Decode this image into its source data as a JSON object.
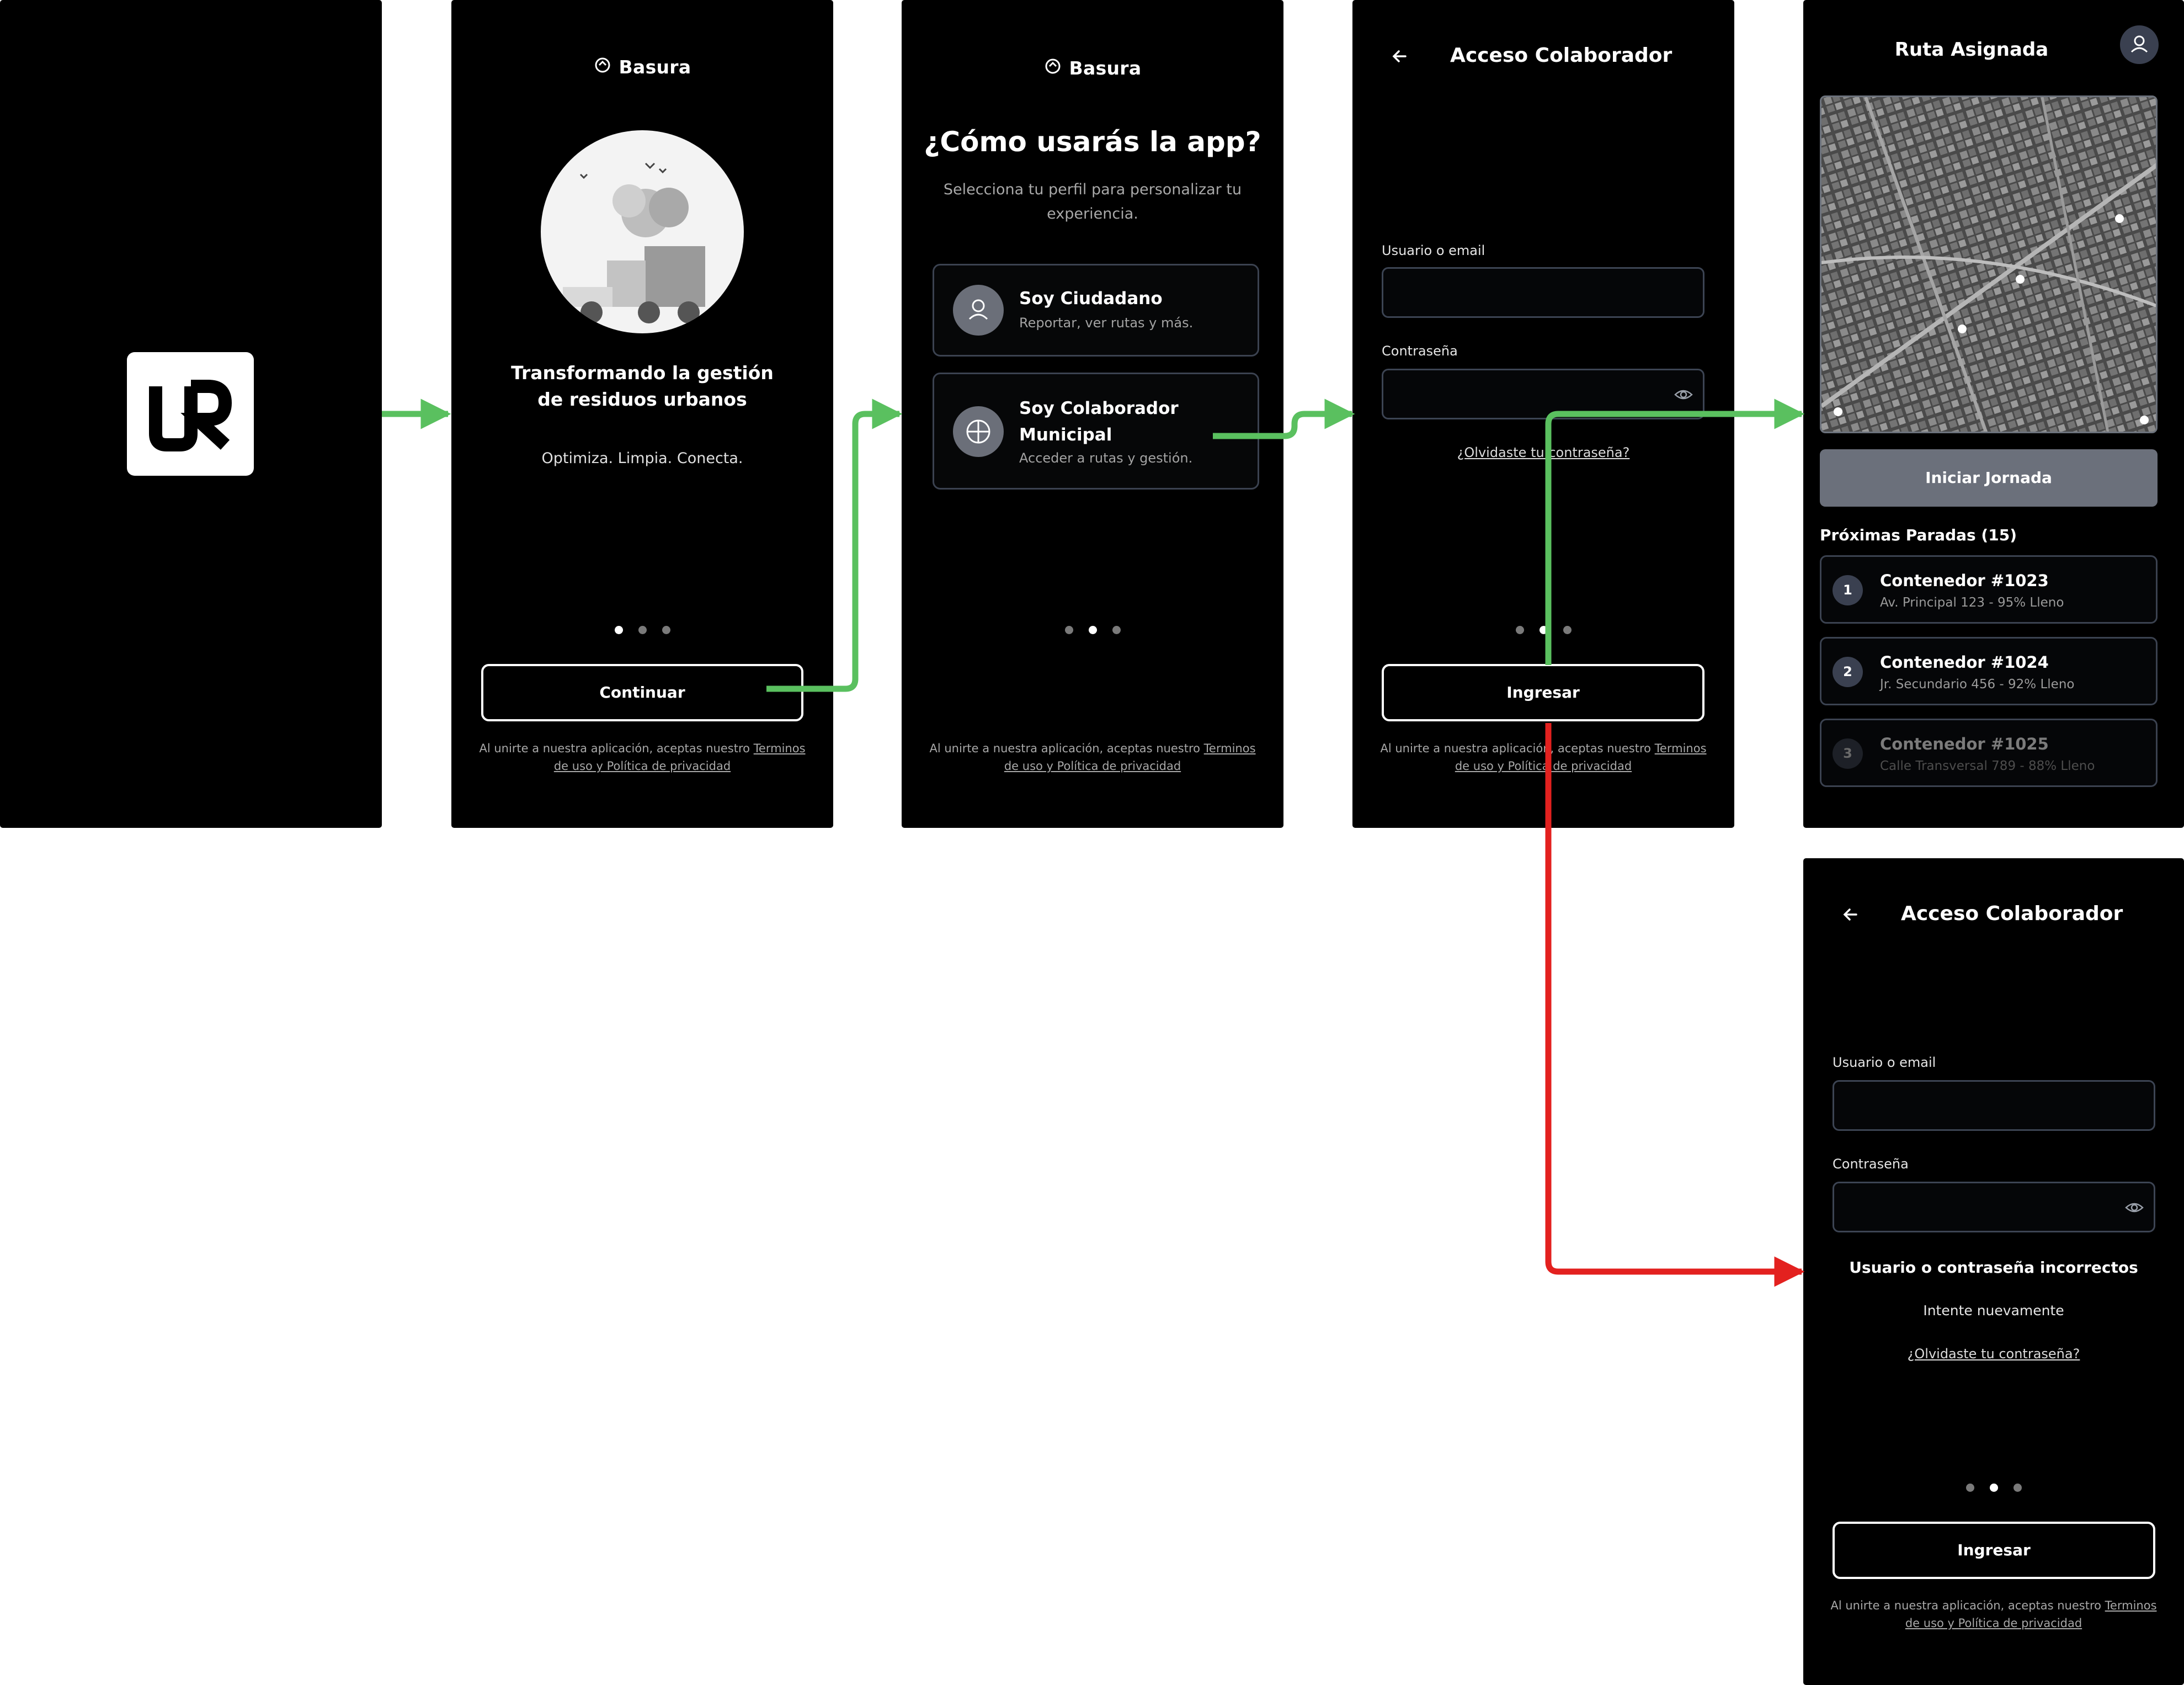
{
  "brand": {
    "name": "Basura",
    "logo_text": "UR"
  },
  "onboarding": {
    "title_line1": "Transformando la gestión",
    "title_line2": "de residuos urbanos",
    "tagline": "Optimiza. Limpia. Conecta.",
    "continue_label": "Continuar"
  },
  "legal": {
    "line1_text": "Al unirte a nuestra aplicación, aceptas nuestro ",
    "line1_link": "Terminos",
    "line2_link": "de uso y Política de privacidad"
  },
  "profile": {
    "title": "¿Cómo usarás la app?",
    "subtitle_line1": "Selecciona tu perfil para personalizar tu",
    "subtitle_line2": "experiencia.",
    "options": [
      {
        "title": "Soy Ciudadano",
        "subtitle": "Reportar, ver rutas y más.",
        "icon": "user-icon"
      },
      {
        "title_line1": "Soy Colaborador",
        "title_line2": "Municipal",
        "subtitle": "Acceder a rutas y gestión.",
        "icon": "globe-icon"
      }
    ]
  },
  "login": {
    "title": "Acceso Colaborador",
    "user_label": "Usuario o email",
    "password_label": "Contraseña",
    "forgot_label": "¿Olvidaste tu contraseña?",
    "submit_label": "Ingresar",
    "error_title": "Usuario o contraseña incorrectos",
    "error_hint": "Intente nuevamente"
  },
  "route": {
    "title": "Ruta Asignada",
    "start_label": "Iniciar Jornada",
    "stops_heading": "Próximas Paradas (15)",
    "stops": [
      {
        "num": "1",
        "title": "Contenedor #1023",
        "subtitle": "Av. Principal 123 - 95% Lleno"
      },
      {
        "num": "2",
        "title": "Contenedor #1024",
        "subtitle": "Jr. Secundario 456 - 92% Lleno"
      },
      {
        "num": "3",
        "title": "Contenedor #1025",
        "subtitle": "Calle Transversal 789 - 88% Lleno"
      }
    ]
  },
  "colors": {
    "success_arrow": "#5ac05f",
    "error_arrow": "#e3211f",
    "screen_bg": "#000000",
    "field_border": "#3c4453",
    "button_gray": "#6b707b"
  }
}
